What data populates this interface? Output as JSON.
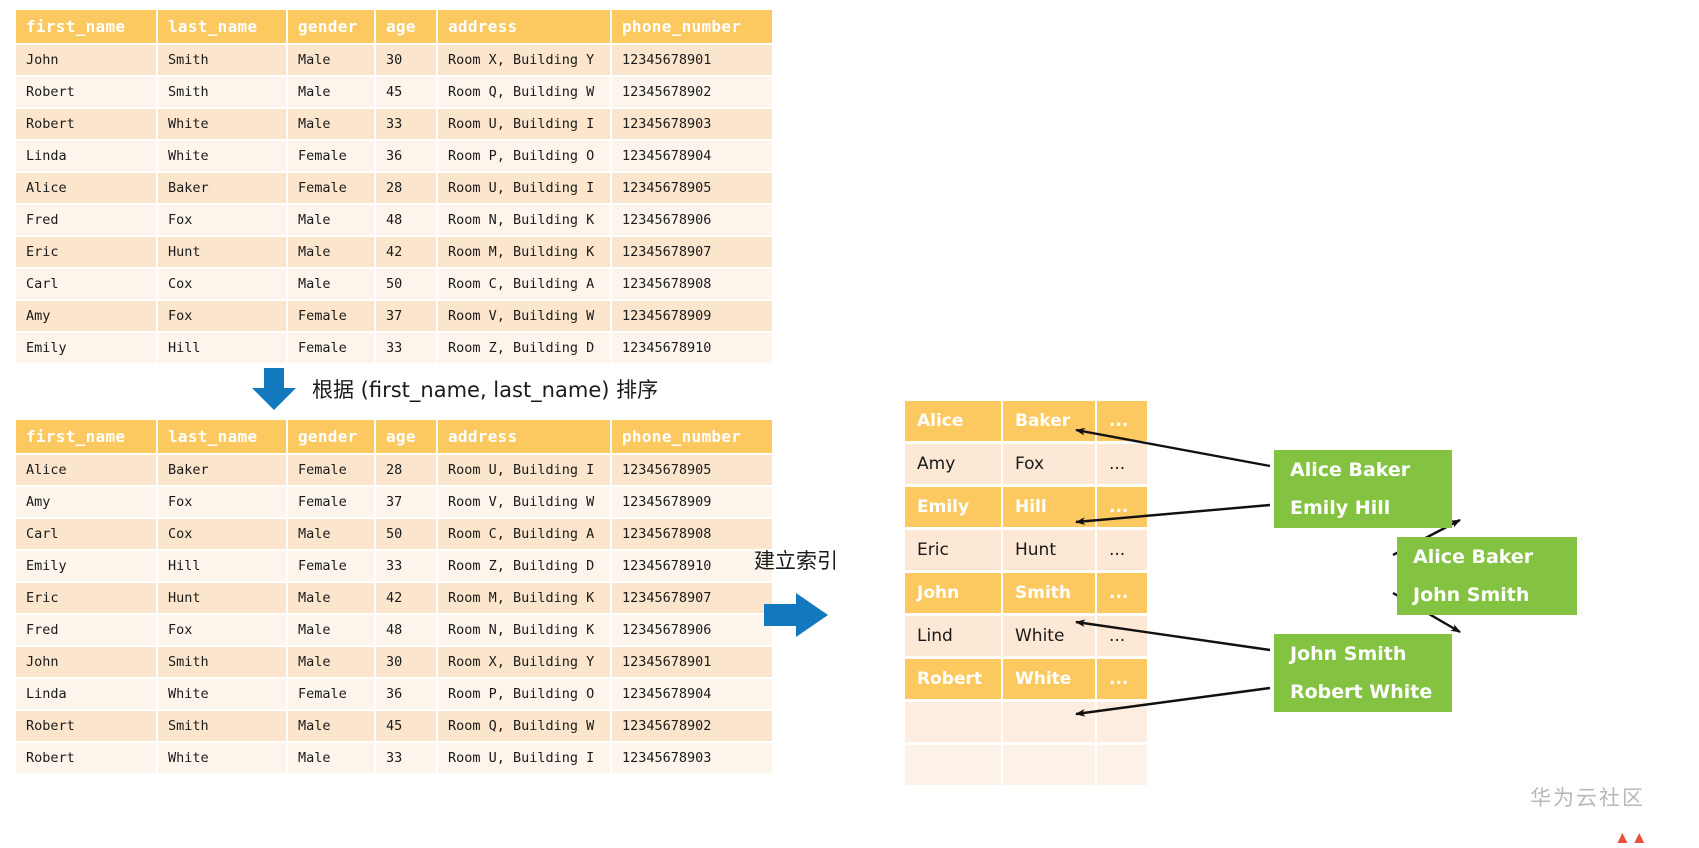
{
  "colors": {
    "header_orange": "#fbc960",
    "row_odd": "#fbe6cd",
    "row_even": "#fdf5ec",
    "index_key": "#fbc960",
    "index_value": "#fce8d4",
    "chip_green": "#84c341",
    "arrow_blue": "#1379bf",
    "watermark_gray": "#b8b8b8"
  },
  "table_original": {
    "name": "original-unsorted-table",
    "columns": [
      "first_name",
      "last_name",
      "gender",
      "age",
      "address",
      "phone_number"
    ],
    "rows": [
      [
        "John",
        "Smith",
        "Male",
        "30",
        "Room X, Building Y",
        "12345678901"
      ],
      [
        "Robert",
        "Smith",
        "Male",
        "45",
        "Room Q, Building W",
        "12345678902"
      ],
      [
        "Robert",
        "White",
        "Male",
        "33",
        "Room U, Building I",
        "12345678903"
      ],
      [
        "Linda",
        "White",
        "Female",
        "36",
        "Room P, Building O",
        "12345678904"
      ],
      [
        "Alice",
        "Baker",
        "Female",
        "28",
        "Room U, Building I",
        "12345678905"
      ],
      [
        "Fred",
        "Fox",
        "Male",
        "48",
        "Room N, Building K",
        "12345678906"
      ],
      [
        "Eric",
        "Hunt",
        "Male",
        "42",
        "Room M, Building K",
        "12345678907"
      ],
      [
        "Carl",
        "Cox",
        "Male",
        "50",
        "Room C, Building A",
        "12345678908"
      ],
      [
        "Amy",
        "Fox",
        "Female",
        "37",
        "Room V, Building W",
        "12345678909"
      ],
      [
        "Emily",
        "Hill",
        "Female",
        "33",
        "Room Z, Building D",
        "12345678910"
      ]
    ]
  },
  "sort_step": {
    "caption": "根据 (first_name, last_name) 排序",
    "arrow_direction": "down",
    "arrow_color": "#1379bf"
  },
  "table_sorted": {
    "name": "sorted-table",
    "columns": [
      "first_name",
      "last_name",
      "gender",
      "age",
      "address",
      "phone_number"
    ],
    "rows": [
      [
        "Alice",
        "Baker",
        "Female",
        "28",
        "Room U, Building I",
        "12345678905"
      ],
      [
        "Amy",
        "Fox",
        "Female",
        "37",
        "Room V, Building W",
        "12345678909"
      ],
      [
        "Carl",
        "Cox",
        "Male",
        "50",
        "Room C, Building A",
        "12345678908"
      ],
      [
        "Emily",
        "Hill",
        "Female",
        "33",
        "Room Z, Building D",
        "12345678910"
      ],
      [
        "Eric",
        "Hunt",
        "Male",
        "42",
        "Room M, Building K",
        "12345678907"
      ],
      [
        "Fred",
        "Fox",
        "Male",
        "48",
        "Room N, Building K",
        "12345678906"
      ],
      [
        "John",
        "Smith",
        "Male",
        "30",
        "Room X, Building Y",
        "12345678901"
      ],
      [
        "Linda",
        "White",
        "Female",
        "36",
        "Room P, Building O",
        "12345678904"
      ],
      [
        "Robert",
        "Smith",
        "Male",
        "45",
        "Room Q, Building W",
        "12345678902"
      ],
      [
        "Robert",
        "White",
        "Male",
        "33",
        "Room U, Building I",
        "12345678903"
      ]
    ]
  },
  "index_step": {
    "caption": "建立索引",
    "arrow_direction": "right",
    "arrow_color": "#1379bf"
  },
  "index_table": {
    "name": "index-entries-table",
    "ellipsis": "...",
    "rows": [
      {
        "type": "key",
        "cells": [
          "Alice",
          "Baker",
          "..."
        ]
      },
      {
        "type": "val",
        "cells": [
          "Amy",
          "Fox",
          "..."
        ]
      },
      {
        "type": "key",
        "cells": [
          "Emily",
          "Hill",
          "..."
        ]
      },
      {
        "type": "val",
        "cells": [
          "Eric",
          "Hunt",
          "..."
        ]
      },
      {
        "type": "key",
        "cells": [
          "John",
          "Smith",
          "..."
        ]
      },
      {
        "type": "val",
        "cells": [
          "Lind",
          "White",
          "..."
        ]
      },
      {
        "type": "key",
        "cells": [
          "Robert",
          "White",
          "..."
        ]
      },
      {
        "type": "blank",
        "cells": [
          "",
          "",
          ""
        ]
      },
      {
        "type": "blank2",
        "cells": [
          "",
          "",
          ""
        ]
      }
    ]
  },
  "chips": {
    "mid_upper": [
      {
        "label": "Alice Baker"
      },
      {
        "label": "Emily Hill"
      }
    ],
    "mid_lower": [
      {
        "label": "John Smith"
      },
      {
        "label": "Robert White"
      }
    ],
    "right": [
      {
        "label": "Alice Baker"
      },
      {
        "label": "John Smith"
      }
    ]
  },
  "watermark": {
    "text": "华为云社区",
    "mark": "▲▲"
  }
}
